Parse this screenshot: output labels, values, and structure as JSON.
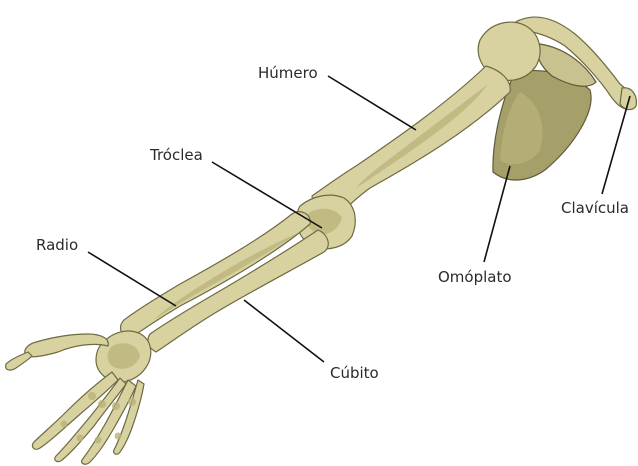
{
  "diagram": {
    "labels": {
      "humero": "Húmero",
      "troclea": "Tróclea",
      "radio": "Radio",
      "cubito": "Cúbito",
      "omoplato": "Omóplato",
      "clavicula": "Clavícula"
    },
    "colors": {
      "bone_fill": "#d8d2a0",
      "bone_outline": "#6e6a42",
      "scapula_fill": "#a5a06a",
      "label_text": "#2a2a2a",
      "leader_line": "#111111"
    }
  }
}
